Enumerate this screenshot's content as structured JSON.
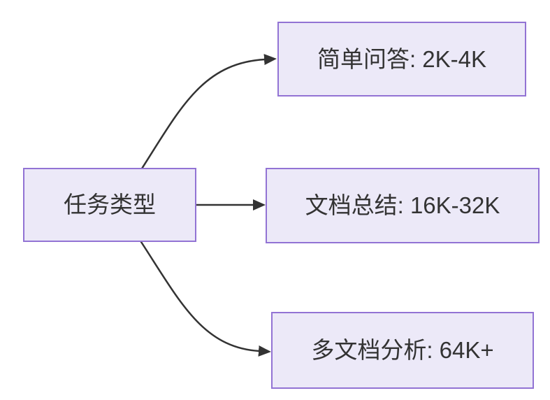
{
  "diagram": {
    "type": "flowchart-lr",
    "nodes": {
      "root": {
        "label": "任务类型"
      },
      "branch1": {
        "label": "简单问答: 2K-4K"
      },
      "branch2": {
        "label": "文档总结: 16K-32K"
      },
      "branch3": {
        "label": "多文档分析: 64K+"
      }
    },
    "edges": [
      {
        "from": "任务类型",
        "to": "简单问答: 2K-4K"
      },
      {
        "from": "任务类型",
        "to": "文档总结: 16K-32K"
      },
      {
        "from": "任务类型",
        "to": "多文档分析: 64K+"
      }
    ],
    "colors": {
      "background": "#ffffff",
      "node_fill": "#ece9f8",
      "node_border": "#9273d4",
      "edge_line": "#333333",
      "text": "#333333"
    }
  }
}
